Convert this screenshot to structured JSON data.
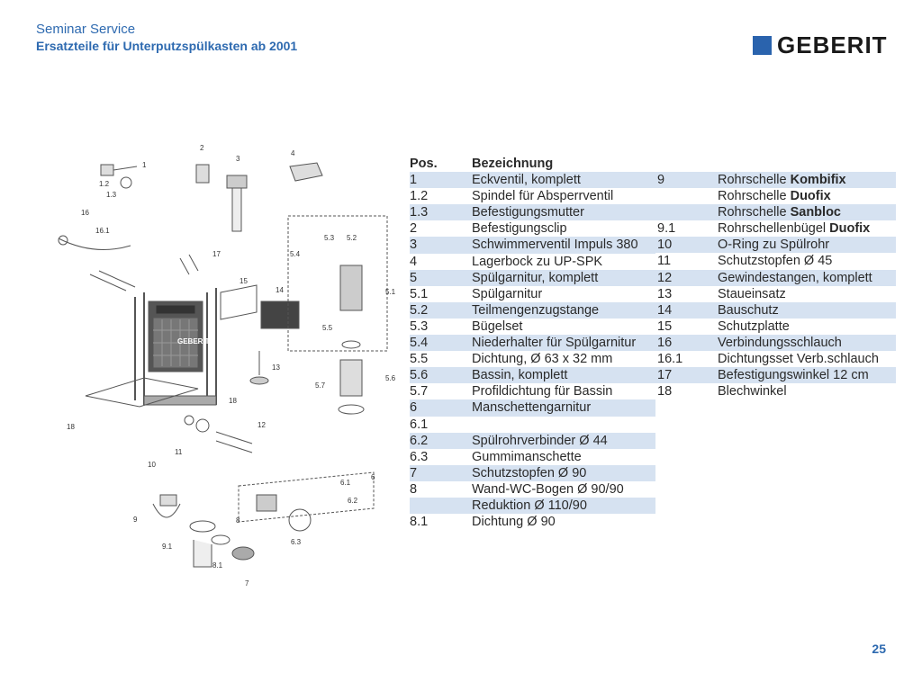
{
  "header": {
    "line1": "Seminar Service",
    "line2": "Ersatzteile für Unterputzspülkasten ab 2001"
  },
  "logo": {
    "text": "GEBERIT",
    "color": "#2a63ad"
  },
  "page_number": "25",
  "drawing_labels": [
    "1",
    "1.2",
    "1.3",
    "2",
    "3",
    "4",
    "16",
    "16.1",
    "17",
    "15",
    "14",
    "13",
    "5.4",
    "5.3",
    "5.2",
    "5.1",
    "5.5",
    "5.6",
    "5.7",
    "18",
    "18",
    "12",
    "11",
    "10",
    "9",
    "9.1",
    "8",
    "8.1",
    "7",
    "6",
    "6.1",
    "6.2",
    "6.3"
  ],
  "drawing_brand": "GEBERIT",
  "table_left": {
    "headers": {
      "pos": "Pos.",
      "desc": "Bezeichnung"
    },
    "rows": [
      {
        "pos": "1",
        "desc": "Eckventil, komplett"
      },
      {
        "pos": "1.2",
        "desc": "Spindel für Absperrventil"
      },
      {
        "pos": "1.3",
        "desc": "Befestigungsmutter"
      },
      {
        "pos": "2",
        "desc": "Befestigungsclip"
      },
      {
        "pos": "3",
        "desc": "Schwimmerventil Impuls 380"
      },
      {
        "pos": "4",
        "desc": "Lagerbock zu UP-SPK"
      },
      {
        "pos": "5",
        "desc": "Spülgarnitur, komplett"
      },
      {
        "pos": "5.1",
        "desc": "Spülgarnitur"
      },
      {
        "pos": "5.2",
        "desc": "Teilmengenzugstange"
      },
      {
        "pos": "5.3",
        "desc": "Bügelset"
      },
      {
        "pos": "5.4",
        "desc": "Niederhalter für Spülgarnitur"
      },
      {
        "pos": "5.5",
        "desc": "Dichtung, Ø 63 x 32 mm"
      },
      {
        "pos": "5.6",
        "desc": "Bassin, komplett"
      },
      {
        "pos": "5.7",
        "desc": "Profildichtung für Bassin"
      },
      {
        "pos": "6",
        "desc": "Manschettengarnitur"
      },
      {
        "pos": "6.1",
        "desc": ""
      },
      {
        "pos": "6.2",
        "desc": "Spülrohrverbinder Ø 44"
      },
      {
        "pos": "6.3",
        "desc": "Gummimanschette"
      },
      {
        "pos": "7",
        "desc": "Schutzstopfen Ø 90"
      },
      {
        "pos": "8",
        "desc": "Wand-WC-Bogen Ø 90/90"
      },
      {
        "pos": "",
        "desc": "Reduktion Ø 110/90"
      },
      {
        "pos": "8.1",
        "desc": "Dichtung Ø 90"
      }
    ]
  },
  "table_right": {
    "rows": [
      {
        "pos": "9",
        "desc": "Rohrschelle ",
        "bold": "Kombifix"
      },
      {
        "pos": "",
        "desc": "Rohrschelle ",
        "bold": "Duofix"
      },
      {
        "pos": "",
        "desc": "Rohrschelle ",
        "bold": "Sanbloc"
      },
      {
        "pos": "9.1",
        "desc": "Rohrschellenbügel ",
        "bold": "Duofix"
      },
      {
        "pos": "10",
        "desc": "O-Ring zu Spülrohr",
        "bold": ""
      },
      {
        "pos": "11",
        "desc": "Schutzstopfen Ø  45",
        "bold": ""
      },
      {
        "pos": "12",
        "desc": "Gewindestangen, komplett",
        "bold": ""
      },
      {
        "pos": "13",
        "desc": "Staueinsatz",
        "bold": ""
      },
      {
        "pos": "14",
        "desc": "Bauschutz",
        "bold": ""
      },
      {
        "pos": "15",
        "desc": "Schutzplatte",
        "bold": ""
      },
      {
        "pos": "16",
        "desc": "Verbindungsschlauch",
        "bold": ""
      },
      {
        "pos": "16.1",
        "desc": "Dichtungsset Verb.schlauch",
        "bold": ""
      },
      {
        "pos": "17",
        "desc": "Befestigungswinkel 12 cm",
        "bold": ""
      },
      {
        "pos": "18",
        "desc": "Blechwinkel",
        "bold": ""
      }
    ]
  }
}
